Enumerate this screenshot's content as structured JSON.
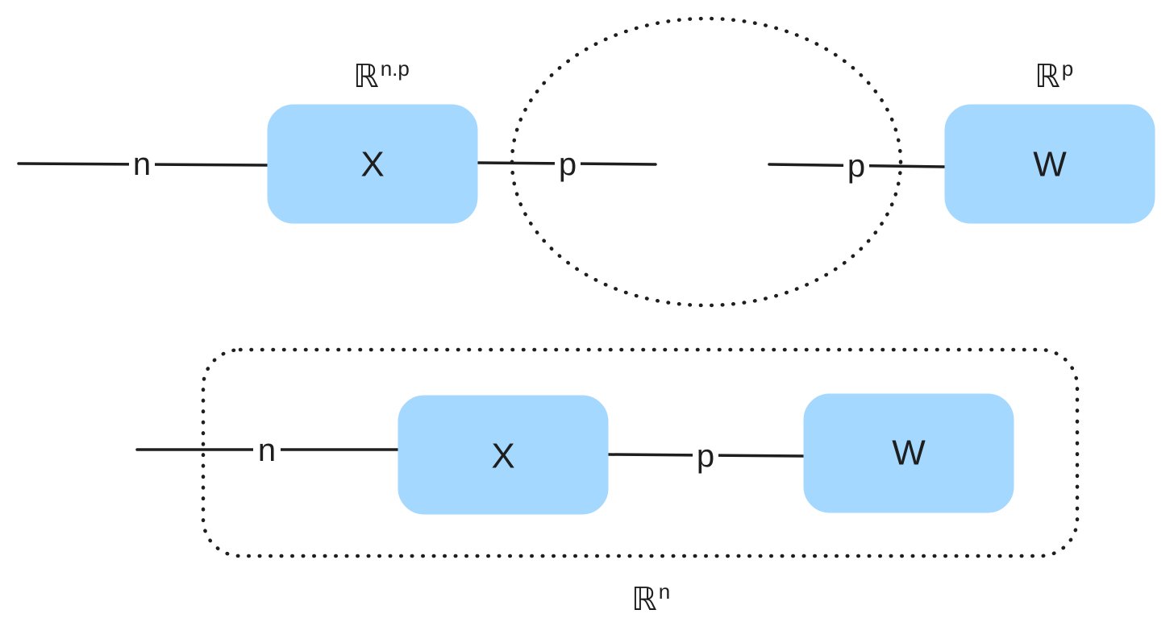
{
  "colors": {
    "box_fill": "#a5d8ff",
    "stroke": "#1e1e1e",
    "background": "#ffffff"
  },
  "top_row": {
    "x_node": {
      "label": "X",
      "space": {
        "base": "ℝ",
        "exp": "n.p"
      }
    },
    "w_node": {
      "label": "W",
      "space": {
        "base": "ℝ",
        "exp": "p"
      }
    },
    "edges": {
      "x_open": "n",
      "x_contract": "p",
      "w_contract": "p"
    }
  },
  "bottom_row": {
    "x_node": {
      "label": "X"
    },
    "w_node": {
      "label": "W"
    },
    "edges": {
      "x_open": "n",
      "x_w": "p"
    },
    "result_space": {
      "base": "ℝ",
      "exp": "n"
    }
  }
}
